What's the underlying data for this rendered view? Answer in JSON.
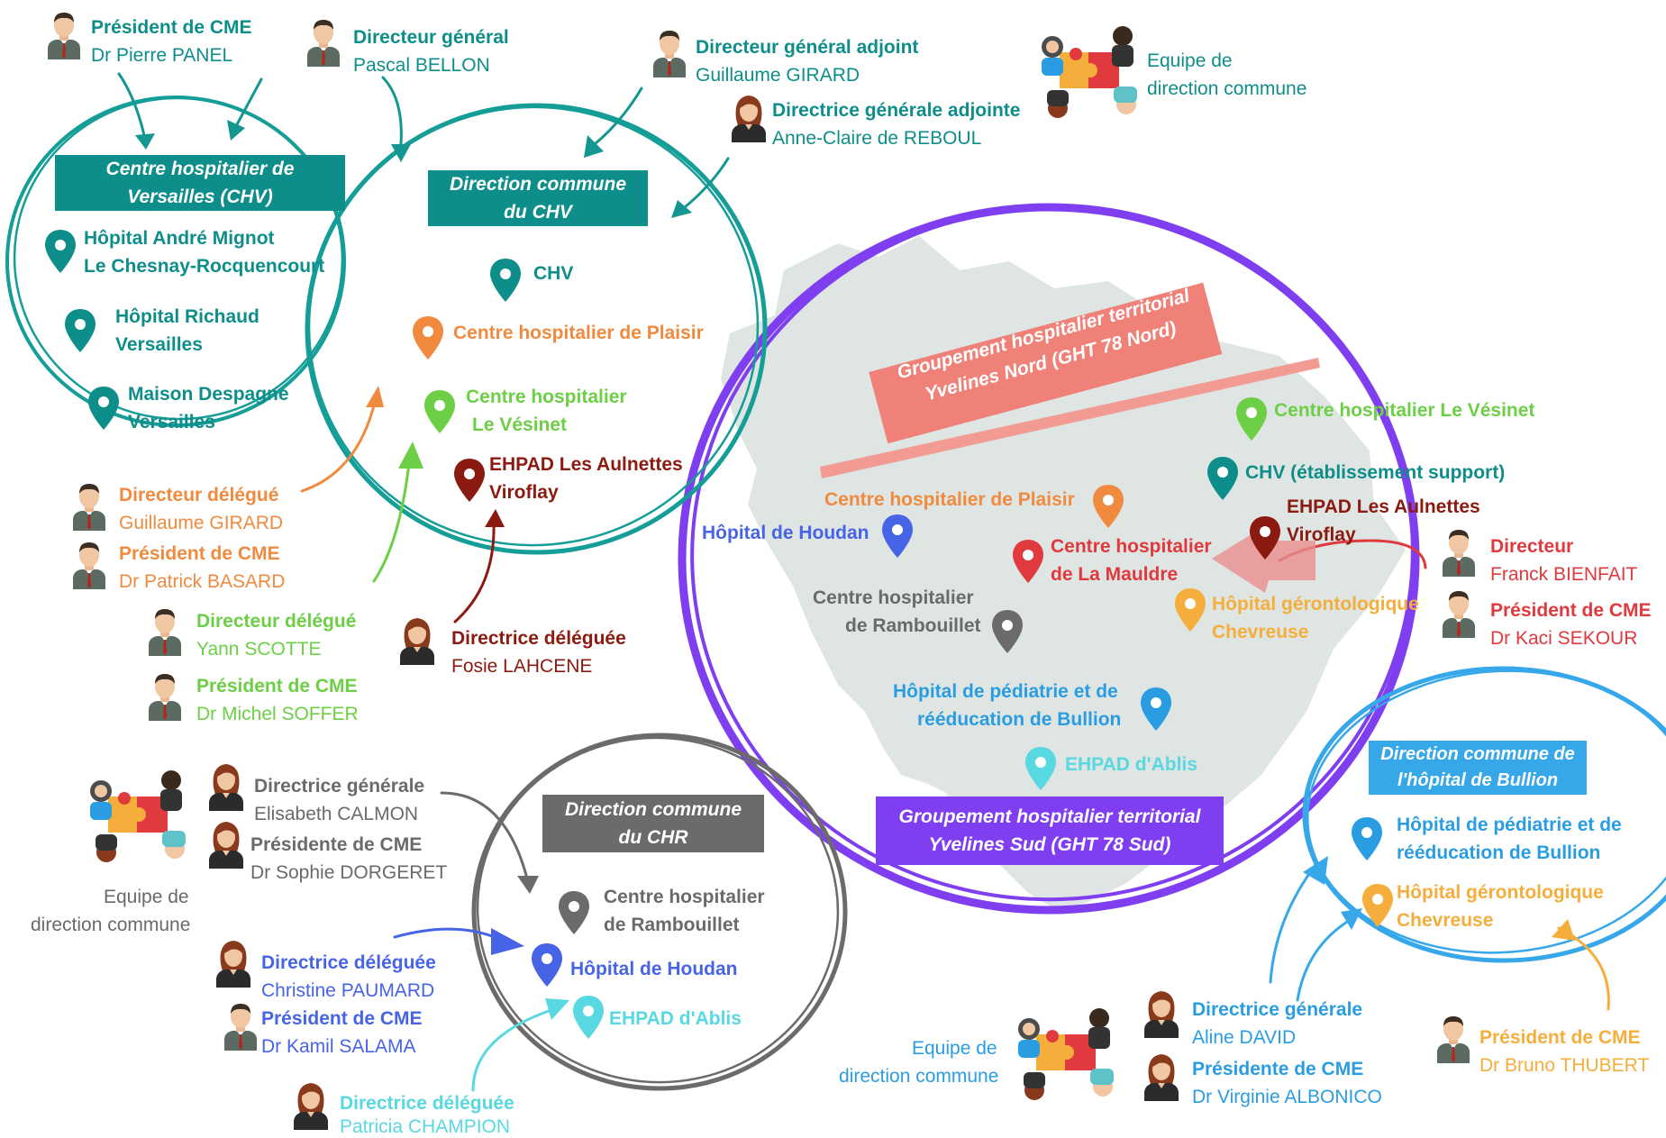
{
  "colors": {
    "teal": "#0e8e8a",
    "purple": "#7f3ff0",
    "salmon": "#ee7a70",
    "darkgray": "#6b6b6b",
    "skyblue": "#36a8ea",
    "orange": "#f08a3f",
    "lightgreen": "#6ccf45",
    "maroon": "#8b1a10",
    "gray": "#6a6a6a",
    "blue": "#4763e6",
    "cyan": "#58d8e0",
    "amber": "#f5ae3c",
    "red": "#e0393e"
  },
  "chv_entities": {
    "cme_president": {
      "role": "Président de CME",
      "name": "Dr Pierre PANEL"
    },
    "director_general": {
      "role": "Directeur général",
      "name": "Pascal BELLON"
    },
    "deputy_dg": {
      "role": "Directeur général adjoint",
      "name": "Guillaume GIRARD"
    },
    "deputy_dg_f": {
      "role": "Directrice générale adjointe",
      "name": "Anne-Claire de REBOUL"
    },
    "team_label": [
      "Equipe de",
      "direction commune"
    ]
  },
  "chv_circle": {
    "title": [
      "Centre hospitalier de",
      "Versailles (CHV)"
    ],
    "sites": [
      {
        "line1": "Hôpital André Mignot",
        "line2": "Le Chesnay-Rocquencourt"
      },
      {
        "line1": "Hôpital Richaud",
        "line2": "Versailles"
      },
      {
        "line1": "Maison Despagne",
        "line2": "Versailles"
      }
    ]
  },
  "direction_chv": {
    "title": [
      "Direction commune",
      "du CHV"
    ],
    "sites": [
      {
        "line1": "CHV"
      },
      {
        "line1": "Centre hospitalier de Plaisir"
      },
      {
        "line1": "Centre hospitalier",
        "line2": "Le Vésinet"
      },
      {
        "line1": "EHPAD Les Aulnettes",
        "line2": "Viroflay"
      }
    ]
  },
  "delegates_chv": [
    {
      "role": "Directeur délégué",
      "name": "Guillaume GIRARD"
    },
    {
      "role": "Président de CME",
      "name": "Dr Patrick BASARD"
    },
    {
      "role": "Directeur délégué",
      "name": "Yann SCOTTE"
    },
    {
      "role": "Président de CME",
      "name": "Dr Michel SOFFER"
    },
    {
      "role": "Directrice déléguée",
      "name": "Fosie LAHCENE"
    }
  ],
  "ght": {
    "north_title": [
      "Groupement hospitalier territorial",
      "Yvelines Nord (GHT 78 Nord)"
    ],
    "south_title": [
      "Groupement hospitalier territorial",
      "Yvelines Sud (GHT 78 Sud)"
    ],
    "sites": [
      {
        "line1": "Centre hospitalier Le Vésinet"
      },
      {
        "line1": "CHV (établissement support)"
      },
      {
        "line1": "EHPAD Les Aulnettes",
        "line2": "Viroflay"
      },
      {
        "line1": "Centre hospitalier de Plaisir"
      },
      {
        "line1": "Hôpital de Houdan"
      },
      {
        "line1": "Centre hospitalier",
        "line2": "de La Mauldre"
      },
      {
        "line1": "Hôpital gérontologique",
        "line2": "Chevreuse"
      },
      {
        "line1": "Centre hospitalier",
        "line2": "de Rambouillet"
      },
      {
        "line1": "Hôpital de pédiatrie et de",
        "line2": "rééducation de Bullion"
      },
      {
        "line1": "EHPAD d'Ablis"
      }
    ]
  },
  "mauldre_people": [
    {
      "role": "Directeur",
      "name": "Franck BIENFAIT"
    },
    {
      "role": "Président de CME",
      "name": "Dr Kaci SEKOUR"
    }
  ],
  "chr": {
    "title": [
      "Direction commune",
      "du CHR"
    ],
    "sites": [
      {
        "line1": "Centre hospitalier",
        "line2": "de Rambouillet"
      },
      {
        "line1": "Hôpital de Houdan"
      },
      {
        "line1": "EHPAD d'Ablis"
      }
    ],
    "team_label": [
      "Equipe de",
      "direction commune"
    ],
    "people": [
      {
        "role": "Directrice générale",
        "name": "Elisabeth CALMON"
      },
      {
        "role": "Présidente de CME",
        "name": "Dr Sophie DORGERET"
      },
      {
        "role": "Directrice déléguée",
        "name": "Christine PAUMARD"
      },
      {
        "role": "Président de CME",
        "name": "Dr Kamil SALAMA"
      },
      {
        "role": "Directrice déléguée",
        "name": "Patricia CHAMPION"
      }
    ]
  },
  "bullion": {
    "title": [
      "Direction commune de",
      "l'hôpital de Bullion"
    ],
    "sites": [
      {
        "line1": "Hôpital de pédiatrie et de",
        "line2": "rééducation de Bullion"
      },
      {
        "line1": "Hôpital gérontologique",
        "line2": "Chevreuse"
      }
    ],
    "team_label": [
      "Equipe de",
      "direction commune"
    ],
    "people": [
      {
        "role": "Directrice générale",
        "name": "Aline DAVID"
      },
      {
        "role": "Présidente de CME",
        "name": "Dr Virginie ALBONICO"
      },
      {
        "role": "Président de CME",
        "name": "Dr Bruno THUBERT"
      }
    ]
  }
}
